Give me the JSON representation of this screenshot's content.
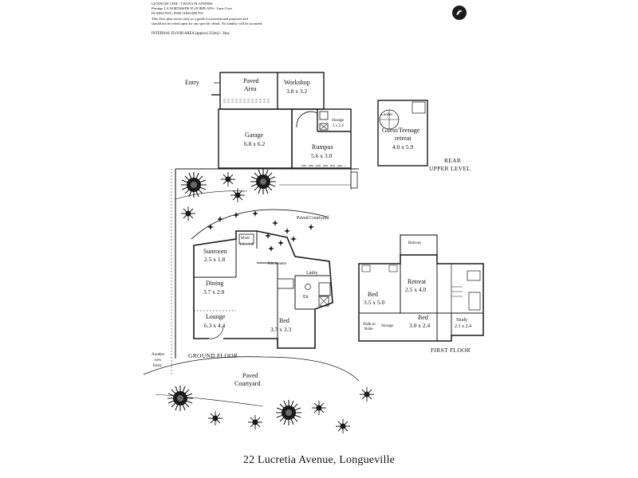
{
  "header": {
    "line1": "LICENCEE LINE - I HANA PLANNERS",
    "line2": "Prestige LA NORTHSIDE FLOORPLANS - Lane Cove",
    "line3": "Ph 9484 5555 | 9999 | 0404 888 555",
    "line4": "This floor plan serves only as a guide for promotional purposes and",
    "line5": "should not be relied upon for any specific detail. No liability will be accepted.",
    "area": "INTERNAL FLOOR AREA (approx) 332m2 / 34sq"
  },
  "labels": {
    "entry_top": "Entry",
    "paved_area": "Paved",
    "paved_area2": "Area",
    "workshop": "Workshop",
    "workshop_dim": "3.8 x 3.2",
    "storage": "Storage",
    "storage_dim": "2 x 2.4",
    "garage": "Garage",
    "garage_dim": "6.8 x 6.2",
    "rumpus": "Rumpus",
    "rumpus_dim": "5.6 x 3.0",
    "guest": "Guest/Teenage",
    "guest2": "retreat",
    "guest_dim": "4.0 x 5.9",
    "rear_upper": "REAR",
    "rear_upper2": "UPPER LEVEL",
    "paved_courtyard": "Paved Courtyard",
    "sunroom": "Sunroom",
    "sunroom_dim": "2.5 x 1.8",
    "mudroom": "Mudr",
    "mudroom_dim": "1.3 x 1.0",
    "kitchen": "Kitchenette",
    "dining": "Dining",
    "dining_dim": "3.7 x 2.8",
    "lndry": "Lndry",
    "ens": "En",
    "lounge": "Lounge",
    "lounge_dim": "6.3 x 4.4",
    "bed_ground": "Bed",
    "bed_ground_dim": "3.7 x 3.3",
    "ground_floor": "GROUND FLOOR",
    "side_entry": "Another",
    "side_entry2": "new",
    "side_entry3": "Entry",
    "paved_front": "Paved",
    "paved_front2": "Courtyard",
    "balcony": "Balcony",
    "retreat": "Retreat",
    "retreat_dim": "2.5 x 4.0",
    "bed1": "Bed",
    "bed1_dim": "3.5 x 5.0",
    "bed2": "Bed",
    "bed2_dim": "3.0 x 2.4",
    "study": "Study",
    "study_dim": "2.1 x 2.4",
    "first_floor": "FIRST FLOOR",
    "ladder": "Ladder",
    "walkin": "Walk in",
    "robe": "Robe",
    "storage_up": "Storage"
  },
  "caption": "22 Lucretia Avenue, Longueville"
}
